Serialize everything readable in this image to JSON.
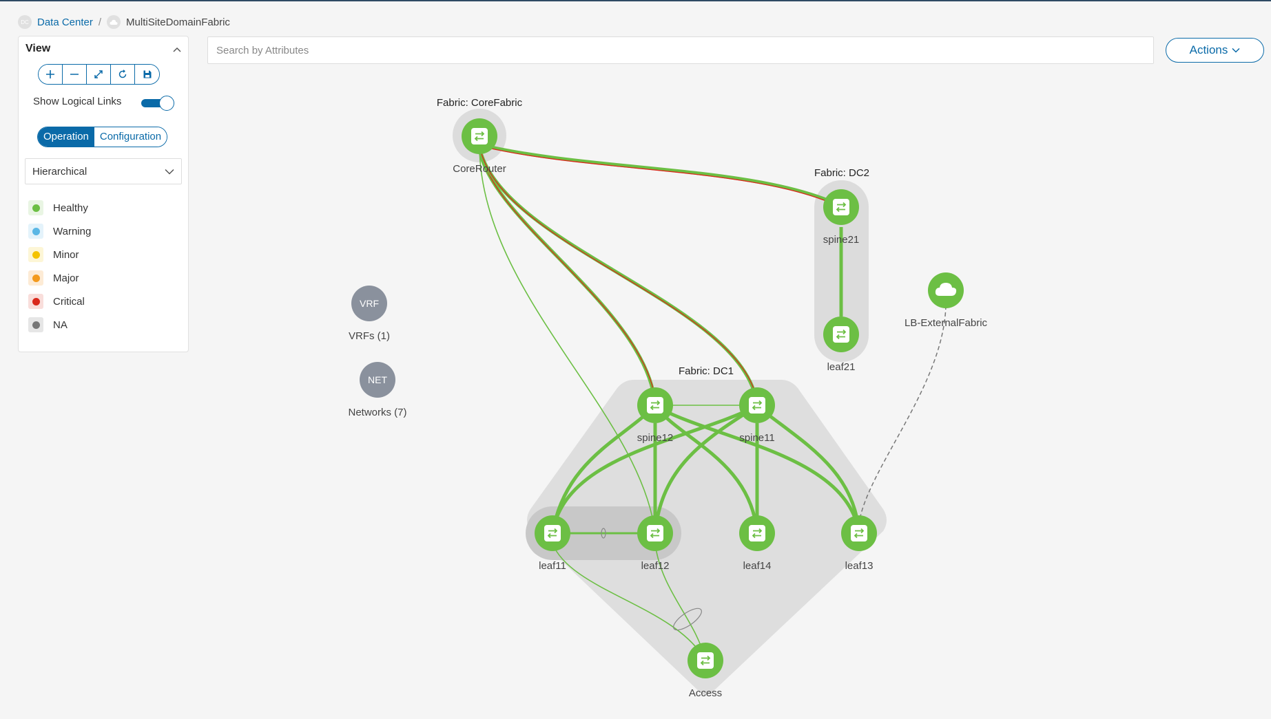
{
  "breadcrumb": {
    "root_icon": "DC",
    "root": "Data Center",
    "separator": "/",
    "current": "MultiSiteDomainFabric"
  },
  "view_panel": {
    "title": "View",
    "tools": [
      "zoom-in-icon",
      "zoom-out-icon",
      "fit-screen-icon",
      "refresh-icon",
      "save-icon"
    ],
    "show_logical_links_label": "Show Logical Links",
    "show_logical_links_on": true,
    "mode_operation": "Operation",
    "mode_configuration": "Configuration",
    "layout_selected": "Hierarchical",
    "legend": [
      {
        "label": "Healthy",
        "color": "#6cbf44"
      },
      {
        "label": "Warning",
        "color": "#5bb7e5"
      },
      {
        "label": "Minor",
        "color": "#f4c300"
      },
      {
        "label": "Major",
        "color": "#f39a1e"
      },
      {
        "label": "Critical",
        "color": "#d9291c"
      },
      {
        "label": "NA",
        "color": "#777777"
      }
    ]
  },
  "search": {
    "placeholder": "Search by Attributes",
    "value": ""
  },
  "actions": {
    "label": "Actions"
  },
  "topology": {
    "fabrics": {
      "core": "Fabric: CoreFabric",
      "dc2": "Fabric: DC2",
      "dc1": "Fabric: DC1"
    },
    "nodes": {
      "corerouter": "CoreRouter",
      "spine21": "spine21",
      "leaf21": "leaf21",
      "lb_external": "LB-ExternalFabric",
      "spine12": "spine12",
      "spine11": "spine11",
      "leaf11": "leaf11",
      "leaf12": "leaf12",
      "leaf14": "leaf14",
      "leaf13": "leaf13",
      "access": "Access"
    },
    "groups": {
      "vrf_badge": "VRF",
      "vrf_label": "VRFs (1)",
      "net_badge": "NET",
      "net_label": "Networks (7)"
    },
    "colors": {
      "healthy": "#6cbf44",
      "critical": "#d9291c",
      "group": "#8a919d",
      "accent": "#0a6aa8"
    }
  }
}
